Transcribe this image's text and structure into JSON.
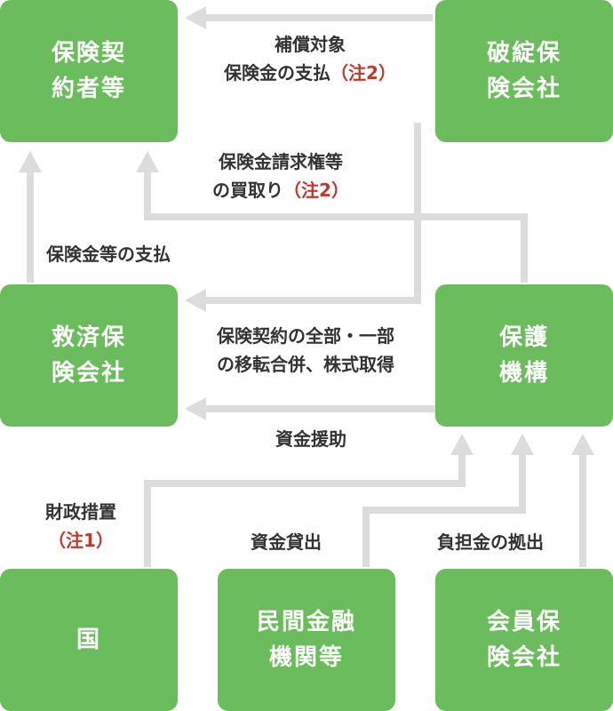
{
  "boxes": {
    "policyholder": [
      "保険契",
      "約者等"
    ],
    "failed_insurer": [
      "破綻保",
      "険会社"
    ],
    "relief_insurer": [
      "救済保",
      "険会社"
    ],
    "protection_org": [
      "保護",
      "機構"
    ],
    "government": [
      "国"
    ],
    "private_finance": [
      "民間金融",
      "機関等"
    ],
    "member_insurers": [
      "会員保",
      "険会社"
    ]
  },
  "labels": {
    "compensation": {
      "line1": "補償対象",
      "line2": "保険金の支払",
      "note": "（注2）"
    },
    "claims_purchase": {
      "line1": "保険金請求権等",
      "line2": "の買取り",
      "note": "（注2）"
    },
    "insurance_payment": "保険金等の支払",
    "transfer": {
      "line1": "保険契約の全部・一部",
      "line2": "の移転合併、株式取得"
    },
    "financial_aid": "資金援助",
    "fiscal_measure": {
      "line1": "財政措置",
      "note": "（注1）"
    },
    "loan": "資金貸出",
    "contribution": "負担金の拠出"
  },
  "colors": {
    "box": "#6bbc5c",
    "arrow": "#dcdcdc",
    "text": "#333333",
    "note": "#c0392b"
  }
}
